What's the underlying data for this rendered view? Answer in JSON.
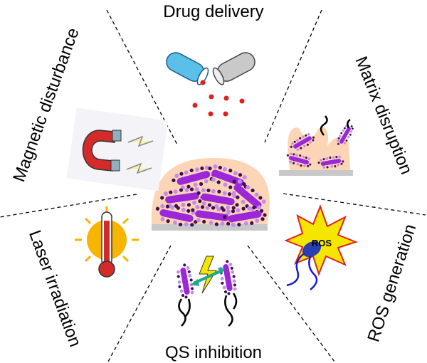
{
  "labels": {
    "drug_delivery": "Drug delivery",
    "matrix_disruption": "Matrix disruption",
    "ros_generation": "ROS generation",
    "qs_inhibition": "QS inhibition",
    "laser_irradiation": "Laser irradiation",
    "magnetic_disturbance": "Magnetic disturbance",
    "ros_badge": "ROS"
  },
  "colors": {
    "biofilm": "#fbd5b5",
    "bacteria": "#9b27d8",
    "bacteria_dark": "#3d0f4d",
    "substrate": "#c8c8c8",
    "capsule_blue": "#5bc0e8",
    "drug_dot": "#e02020",
    "magnet_red": "#d42a2a",
    "sun": "#f7b500",
    "ros_star": "#f5e600"
  }
}
